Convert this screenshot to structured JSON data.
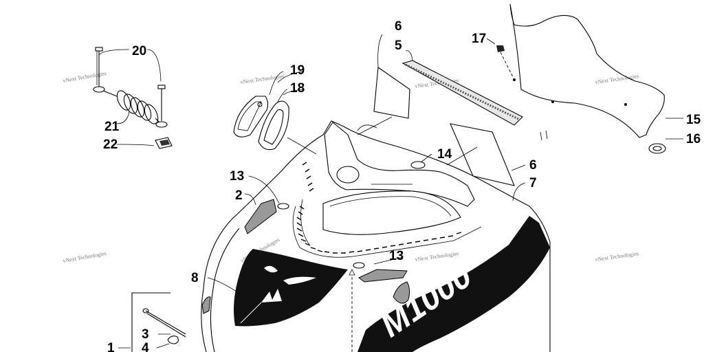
{
  "watermark": "vNext Technologies",
  "callouts": {
    "c1": "1",
    "c2": "2",
    "c3": "3",
    "c4": "4",
    "c5": "5",
    "c6a": "6",
    "c6b": "6",
    "c7": "7",
    "c8": "8",
    "c13a": "13",
    "c13b": "13",
    "c14": "14",
    "c15": "15",
    "c16": "16",
    "c17": "17",
    "c18": "18",
    "c19": "19",
    "c20": "20",
    "c21": "21",
    "c22": "22"
  },
  "decal_text": "M1000",
  "colors": {
    "ink": "#000000",
    "paper": "#ffffff",
    "decal": "#111111",
    "watermark": "#7a7a7a"
  }
}
